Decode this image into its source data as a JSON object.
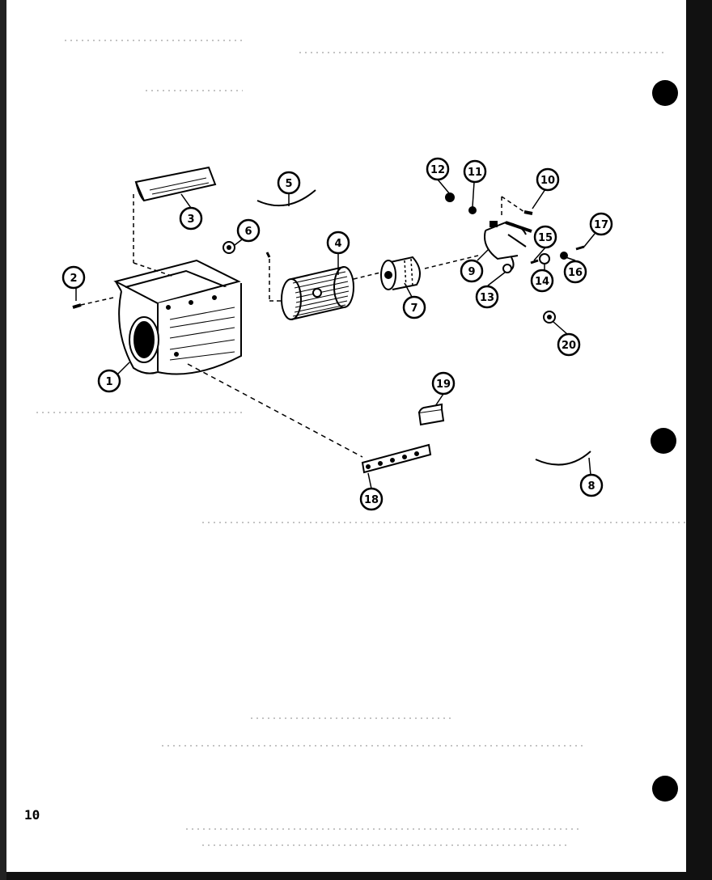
{
  "page": {
    "number": "10"
  },
  "callouts": [
    {
      "label": "1"
    },
    {
      "label": "2"
    },
    {
      "label": "3"
    },
    {
      "label": "4"
    },
    {
      "label": "5"
    },
    {
      "label": "6"
    },
    {
      "label": "7"
    },
    {
      "label": "8"
    },
    {
      "label": "9"
    },
    {
      "label": "10"
    },
    {
      "label": "11"
    },
    {
      "label": "12"
    },
    {
      "label": "13"
    },
    {
      "label": "14"
    },
    {
      "label": "15"
    },
    {
      "label": "16"
    },
    {
      "label": "17"
    },
    {
      "label": "18"
    },
    {
      "label": "19"
    },
    {
      "label": "20"
    }
  ],
  "colors": {
    "ink": "#000000",
    "paper": "#ffffff",
    "edge": "#111111"
  }
}
